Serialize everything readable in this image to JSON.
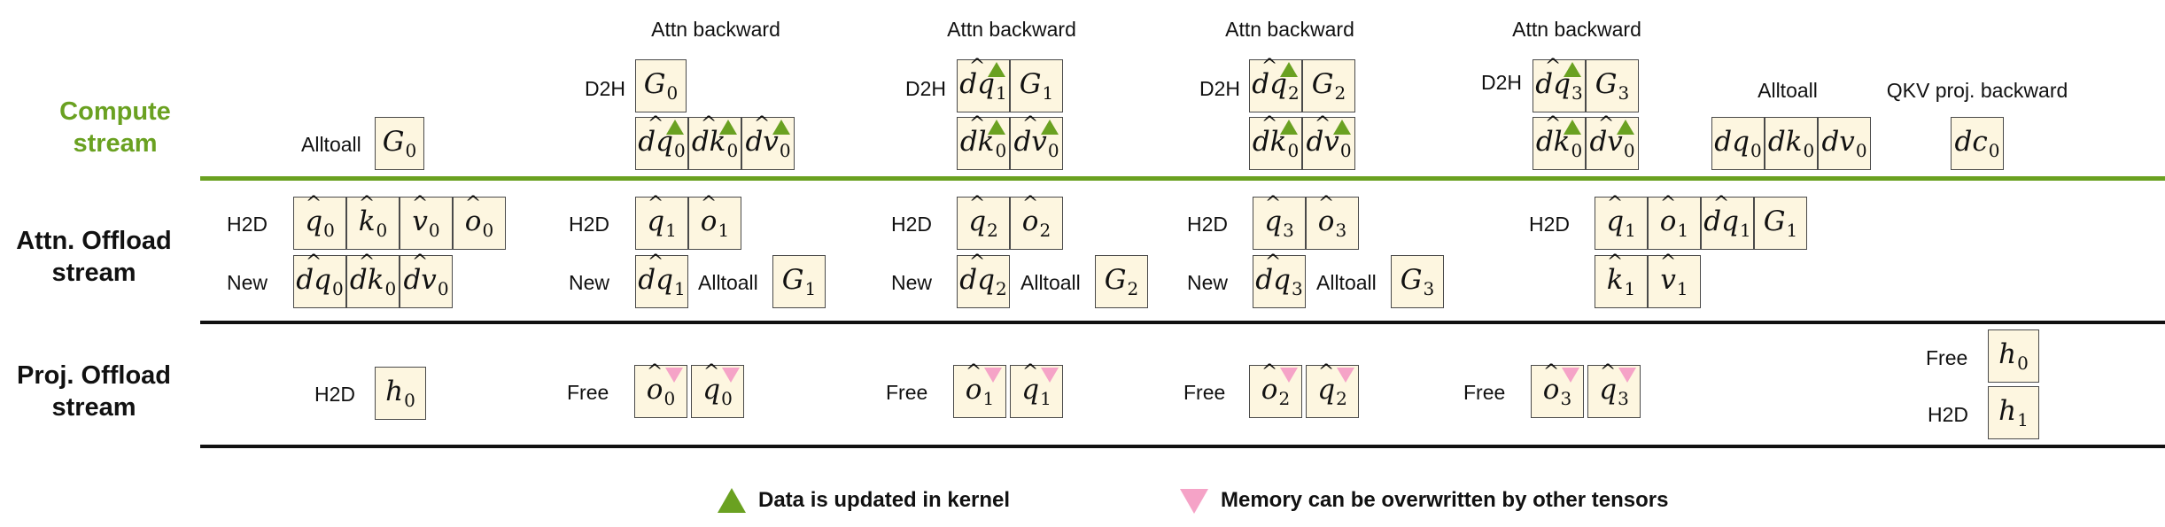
{
  "streams": {
    "compute": "Compute stream",
    "attn": "Attn. Offload stream",
    "proj": "Proj. Offload stream"
  },
  "headers": {
    "attn_backward": "Attn backward",
    "alltoall": "Alltoall",
    "qkv_proj_backward": "QKV proj. backward"
  },
  "labels": {
    "alltoall": "Alltoall",
    "d2h": "D2H",
    "h2d": "H2D",
    "new": "New",
    "free": "Free"
  },
  "legend": {
    "updated": "Data is updated in kernel",
    "overwritten": "Memory can be overwritten by other tensors"
  },
  "colors": {
    "compute_stream": "#6aa121",
    "box_fill": "#fdf6e0",
    "updated_marker": "#6aa121",
    "overwritten_marker": "#f5a3c7"
  }
}
